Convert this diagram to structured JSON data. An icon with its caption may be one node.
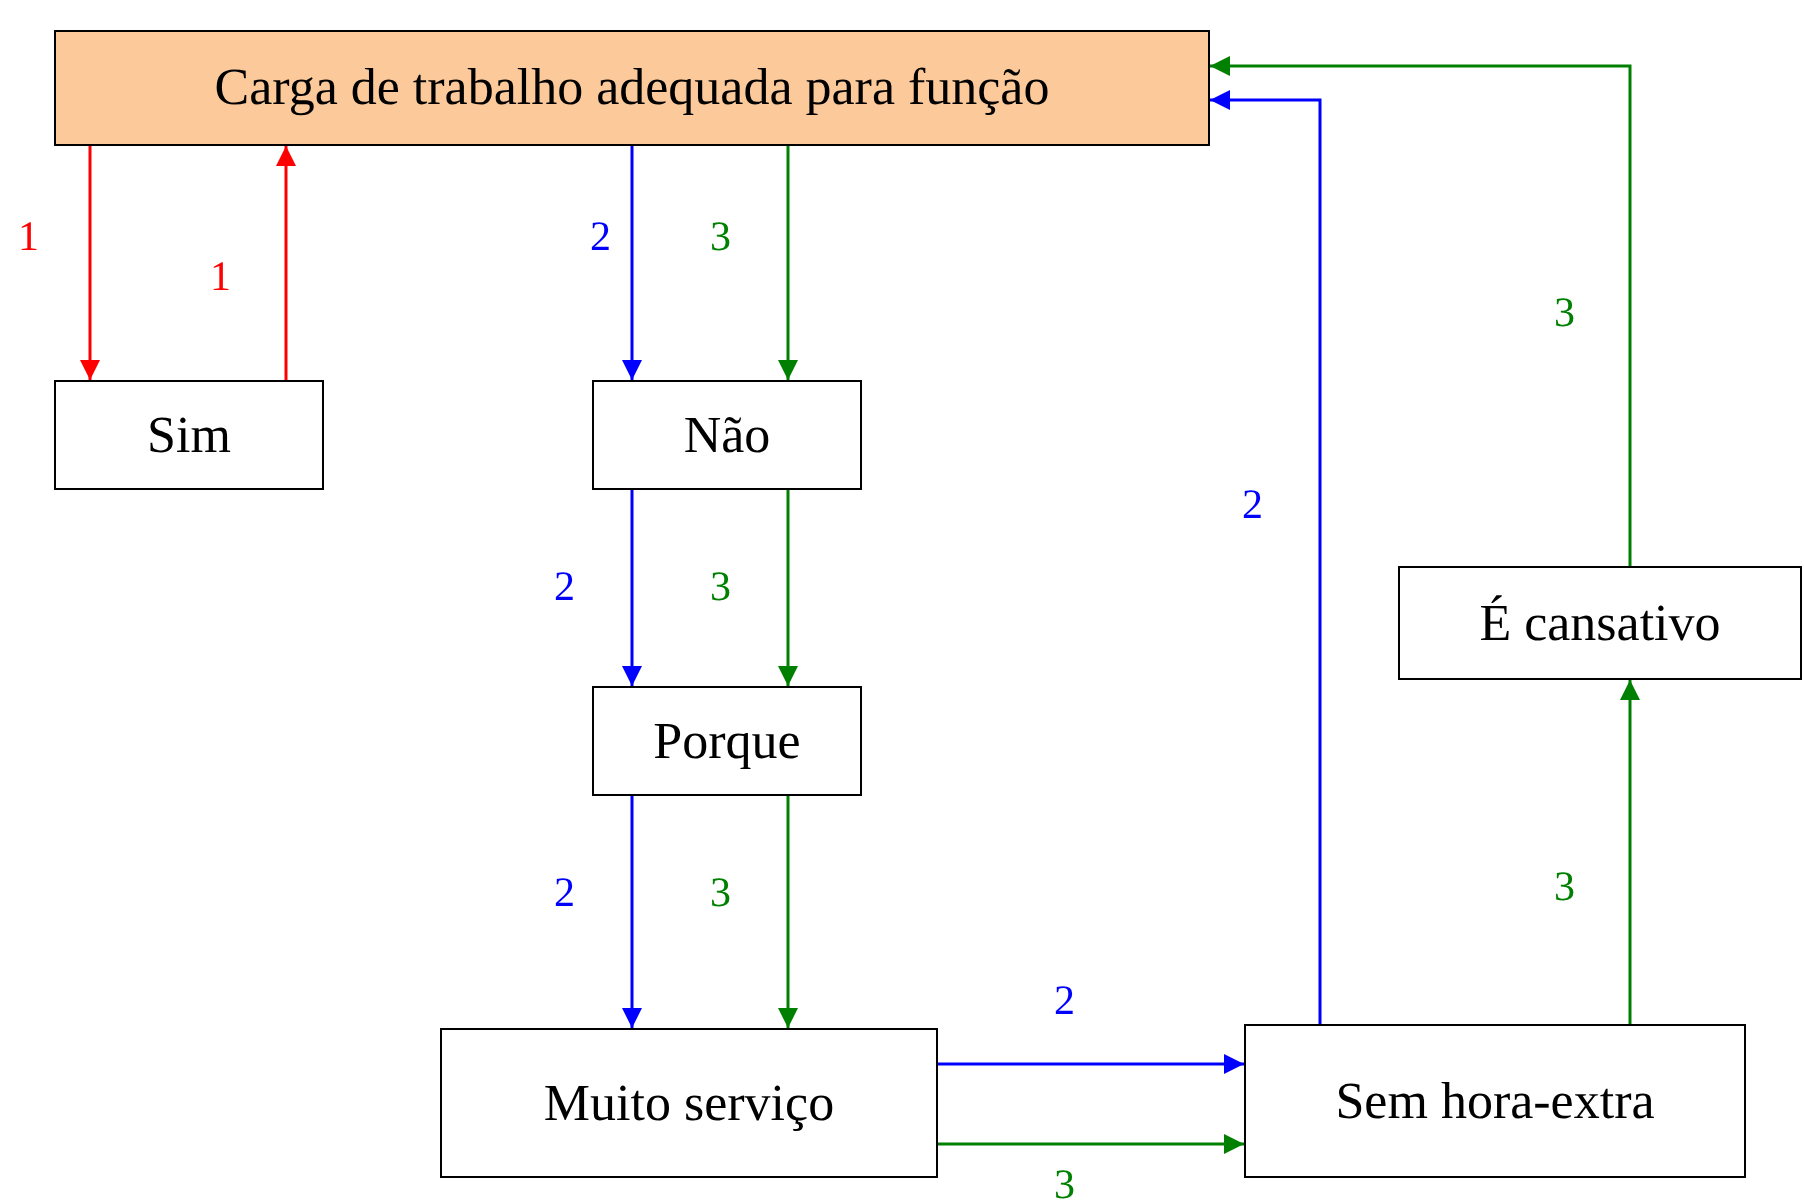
{
  "diagram": {
    "nodes": [
      {
        "text": [
          "Carga de trabalho adequada para função"
        ]
      },
      {
        "text": [
          "Sim"
        ]
      },
      {
        "text": [
          "Não"
        ]
      },
      {
        "text": [
          "Porque"
        ]
      },
      {
        "text": [
          "Muito serviço"
        ]
      },
      {
        "text": [
          "Sem hora-extra"
        ]
      },
      {
        "text": [
          "É cansativo"
        ]
      }
    ],
    "edges": [
      {
        "from": 0,
        "to": 1,
        "arrow": "to",
        "label": "1",
        "color": "#ff0000"
      },
      {
        "from": 1,
        "to": 0,
        "arrow": "to",
        "label": "1",
        "color": "#ff0000"
      },
      {
        "from": 0,
        "to": 2,
        "arrow": "to",
        "label": "2",
        "color": "#0000ff"
      },
      {
        "from": 0,
        "to": 2,
        "arrow": "to",
        "label": "3",
        "color": "#008000"
      },
      {
        "from": 2,
        "to": 3,
        "arrow": "to",
        "label": "2",
        "color": "#0000ff"
      },
      {
        "from": 2,
        "to": 3,
        "arrow": "to",
        "label": "3",
        "color": "#008000"
      },
      {
        "from": 3,
        "to": 4,
        "arrow": "to",
        "label": "2",
        "color": "#0000ff"
      },
      {
        "from": 3,
        "to": 4,
        "arrow": "to",
        "label": "3",
        "color": "#008000"
      },
      {
        "from": 4,
        "to": 5,
        "arrow": "to",
        "label": "2",
        "color": "#0000ff"
      },
      {
        "from": 4,
        "to": 5,
        "arrow": "to",
        "label": "3",
        "color": "#008000"
      },
      {
        "from": 5,
        "to": 0,
        "arrow": "to",
        "label": "2",
        "color": "#0000ff"
      },
      {
        "from": 5,
        "to": 6,
        "arrow": "to",
        "label": "3",
        "color": "#008000"
      },
      {
        "from": 6,
        "to": 0,
        "arrow": "to",
        "label": "3",
        "color": "#008000"
      }
    ]
  }
}
